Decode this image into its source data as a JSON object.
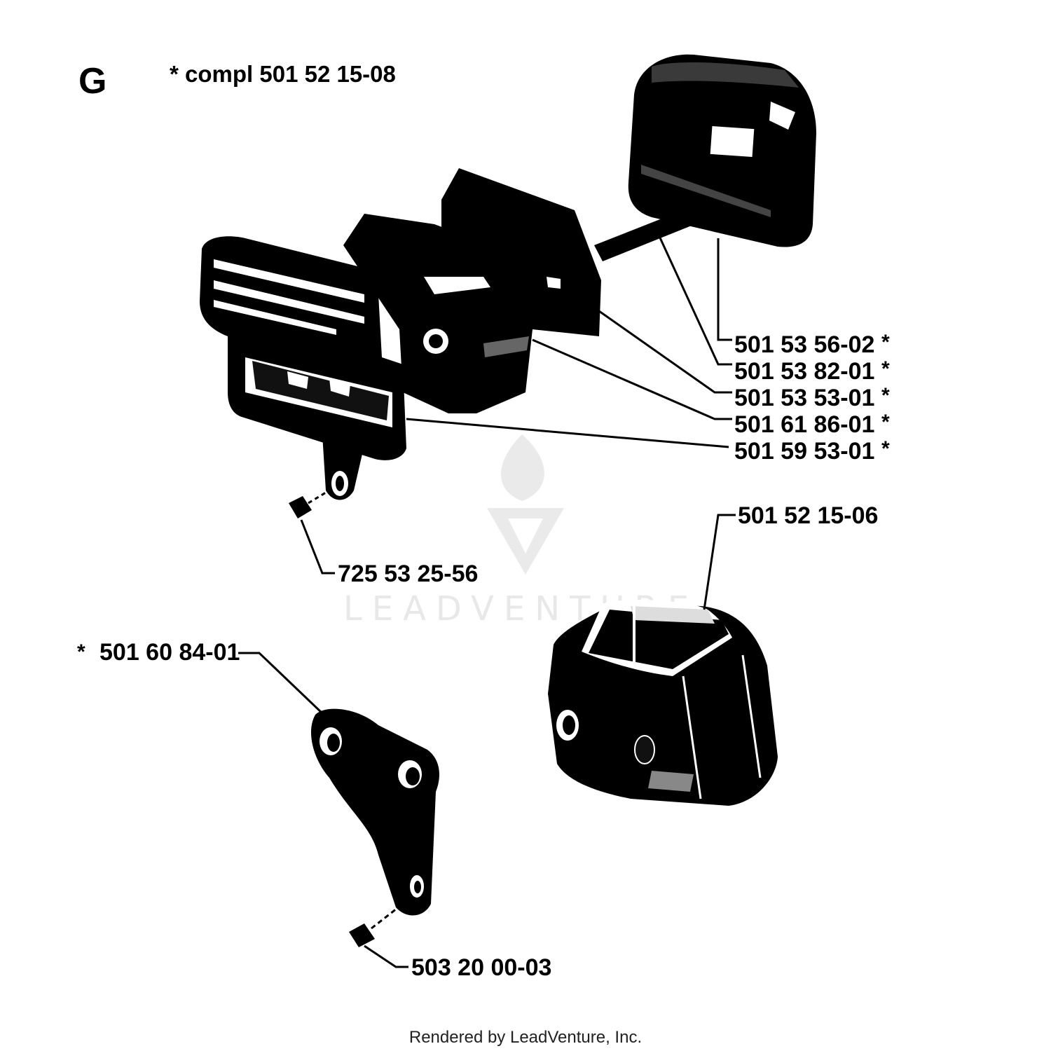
{
  "header": {
    "section_letter": "G",
    "assembly_note": "*  compl 501 52 15-08"
  },
  "callouts": {
    "p1": {
      "part_no": "501 53 56-02",
      "star": "*"
    },
    "p2": {
      "part_no": "501 53 82-01",
      "star": "*"
    },
    "p3": {
      "part_no": "501 53 53-01",
      "star": "*"
    },
    "p4": {
      "part_no": "501 61 86-01",
      "star": "*"
    },
    "p5": {
      "part_no": "501 59 53-01",
      "star": "*"
    },
    "p6": {
      "part_no": "501 52 15-06"
    },
    "p7": {
      "part_no": "725 53 25-56"
    },
    "p8": {
      "part_no": "501 60 84-01",
      "star": "*"
    },
    "p9": {
      "part_no": "503 20 00-03"
    }
  },
  "watermark": {
    "text": "LEADVENTURE"
  },
  "footer": {
    "text": "Rendered by LeadVenture, Inc."
  },
  "colors": {
    "ink": "#000000",
    "paper": "#ffffff",
    "watermark": "#e6e6e6"
  }
}
